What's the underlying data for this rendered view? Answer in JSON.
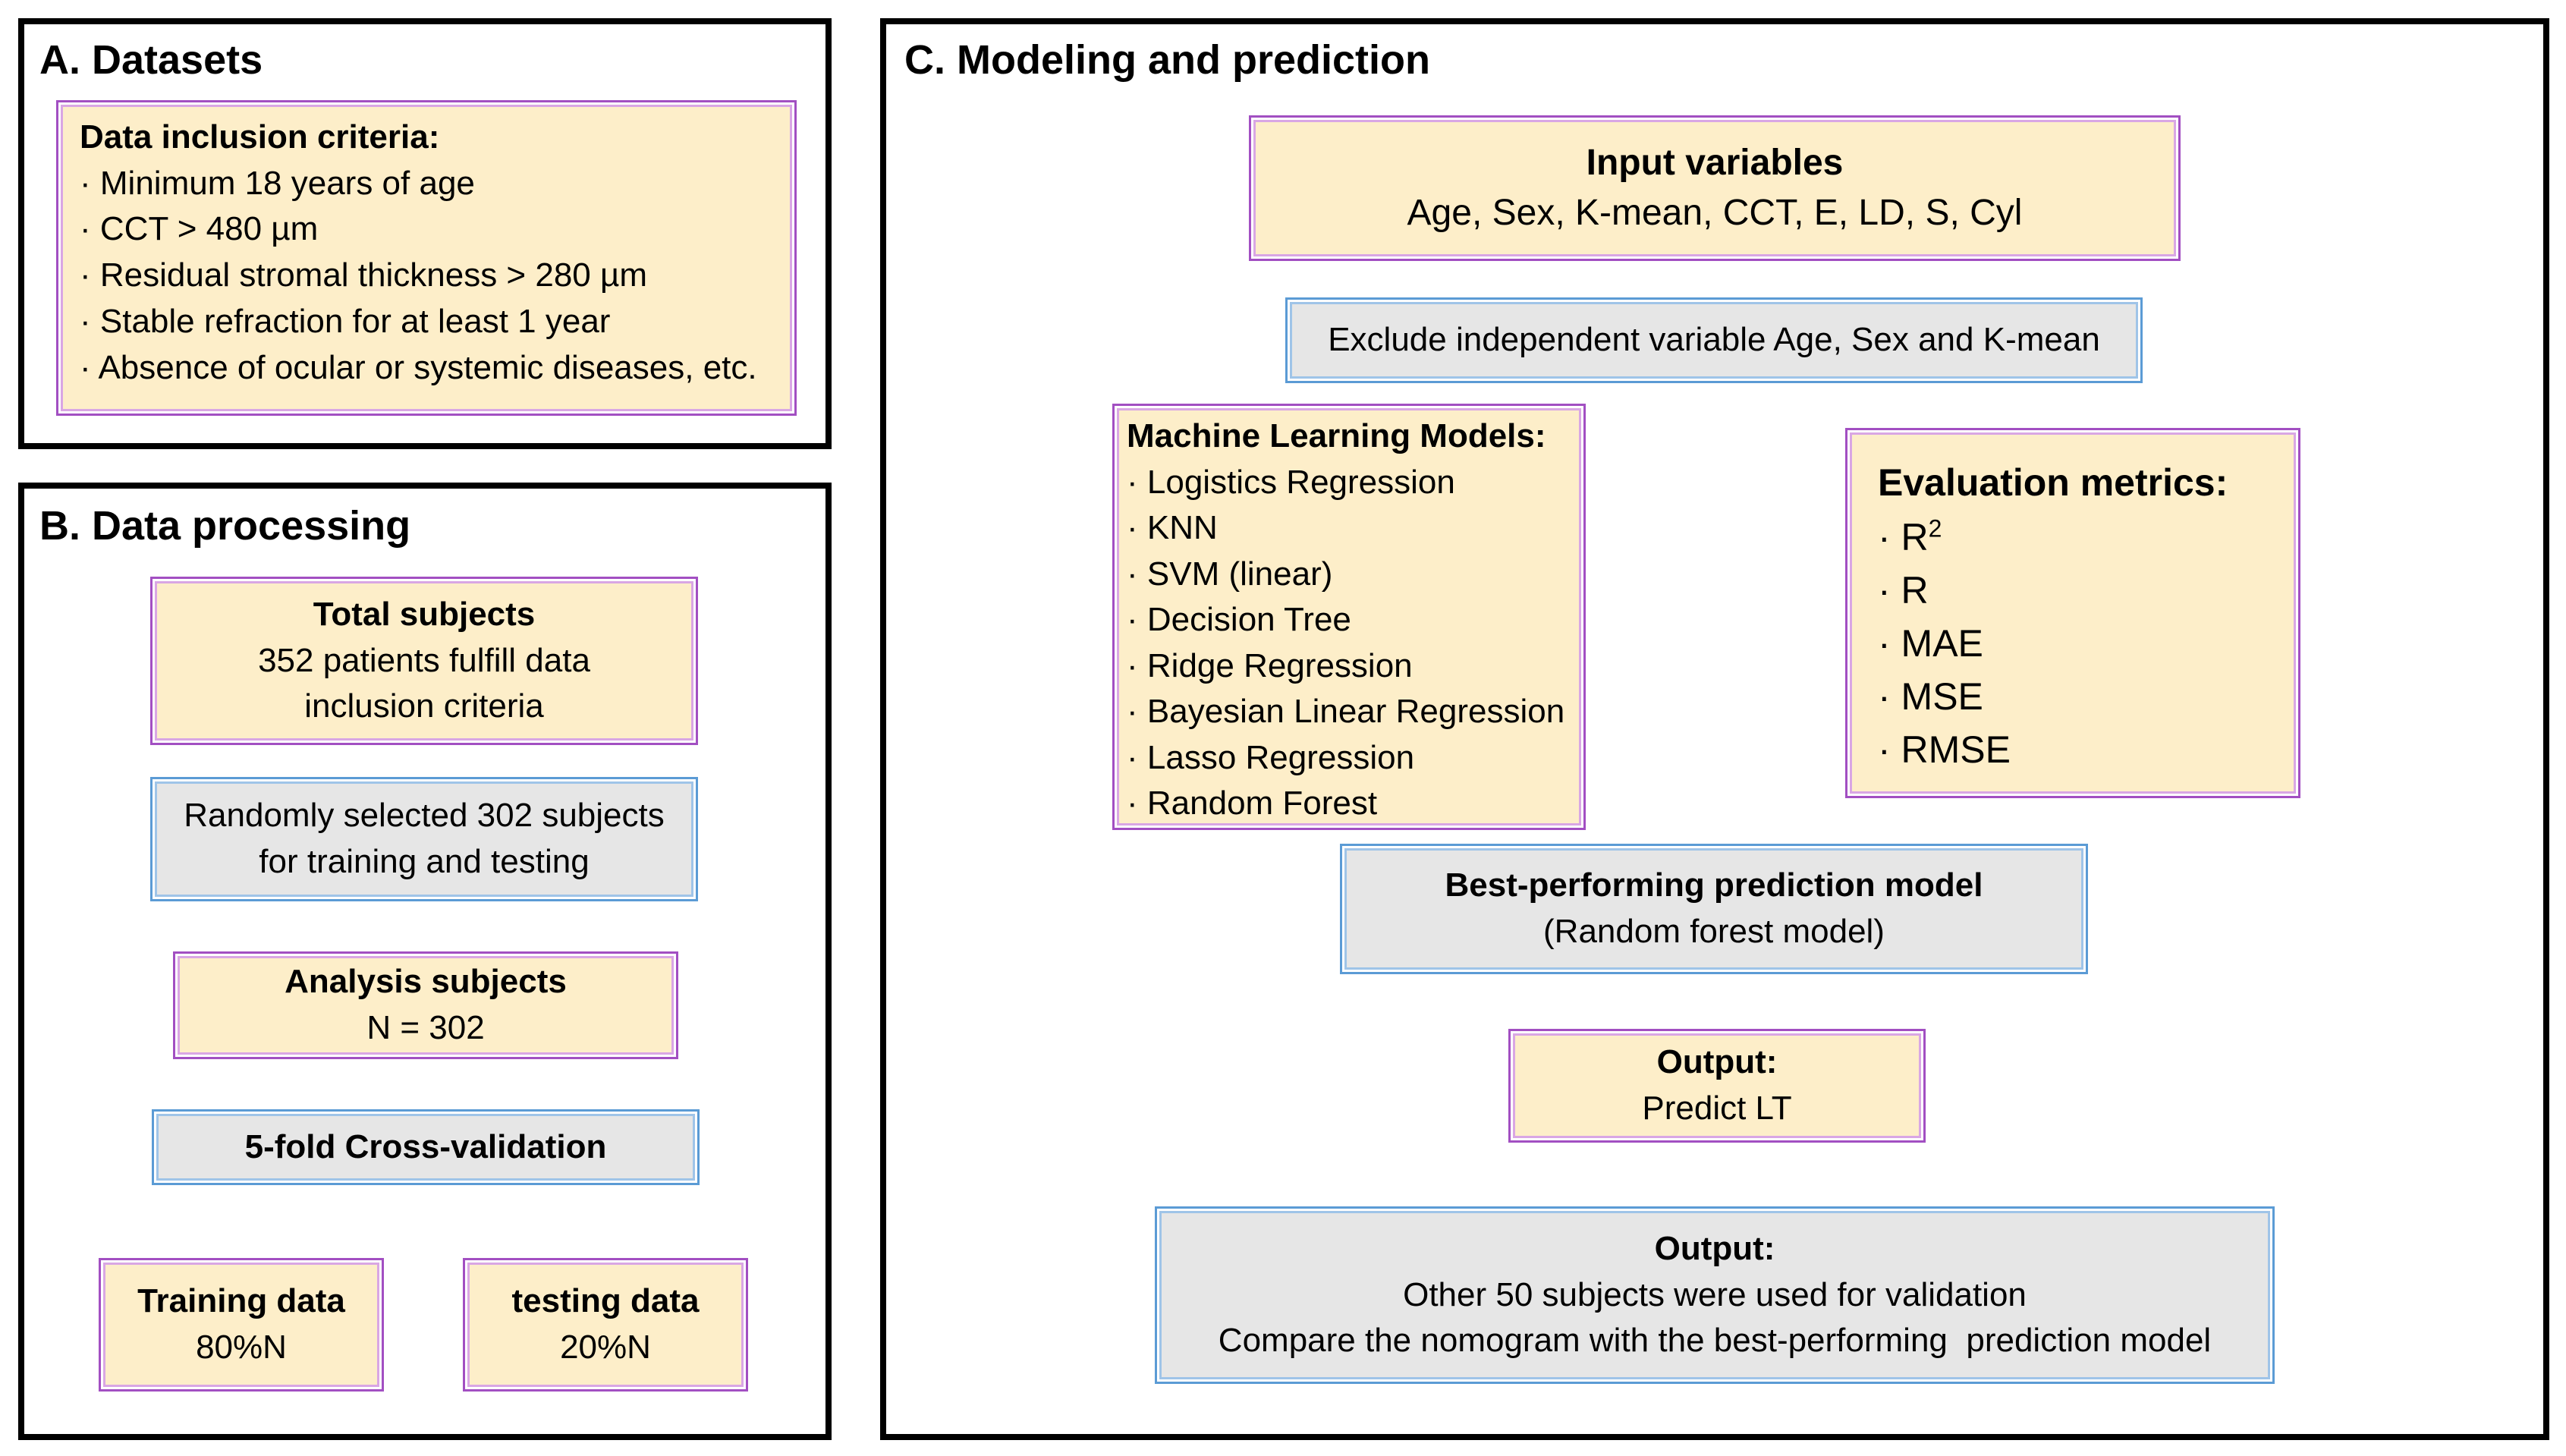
{
  "colors": {
    "yellow_box": "#fdeec9",
    "gray_box": "#e6e6e6",
    "purple_border": "#a24fc2",
    "blue_border": "#5b9bd5",
    "arrow": "#b4d6ef"
  },
  "panel_a": {
    "title": "A. Datasets",
    "criteria_title": "Data inclusion criteria:",
    "criteria": [
      "Minimum 18 years of age",
      "CCT > 480 µm",
      "Residual stromal thickness > 280 µm",
      "Stable refraction for at least 1 year",
      "Absence of ocular or systemic diseases, etc."
    ]
  },
  "panel_b": {
    "title": "B. Data processing",
    "total": {
      "title": "Total subjects",
      "line1": "352 patients fulfill data",
      "line2": "inclusion criteria"
    },
    "selected": {
      "line1": "Randomly selected 302 subjects",
      "line2": "for training and testing"
    },
    "analysis": {
      "title": "Analysis subjects",
      "line1": "N = 302"
    },
    "cv": {
      "title": "5-fold Cross-validation"
    },
    "training": {
      "title": "Training data",
      "line1": "80%N"
    },
    "testing": {
      "title": "testing data",
      "line1": "20%N"
    }
  },
  "panel_c": {
    "title": "C. Modeling and prediction",
    "input": {
      "title": "Input variables",
      "line1": "Age, Sex, K-mean, CCT, E, LD, S, Cyl"
    },
    "exclude": {
      "line1": "Exclude independent variable Age, Sex and K-mean"
    },
    "ml": {
      "title": "Machine Learning Models:",
      "items": [
        "Logistics Regression",
        "KNN",
        "SVM (linear)",
        "Decision Tree",
        "Ridge Regression",
        "Bayesian Linear Regression",
        "Lasso Regression",
        "Random Forest"
      ]
    },
    "eval": {
      "title": "Evaluation metrics:",
      "r2_base": "R",
      "r2_sup": "2",
      "items": [
        "R",
        "MAE",
        "MSE",
        "RMSE"
      ]
    },
    "best": {
      "title": "Best-performing prediction model",
      "line1": "(Random forest model)"
    },
    "output1": {
      "title": "Output:",
      "line1": "Predict LT"
    },
    "output2": {
      "title": "Output:",
      "line1": "Other 50 subjects were used for validation",
      "line2": "Compare the nomogram with the best-performing  prediction model"
    }
  }
}
